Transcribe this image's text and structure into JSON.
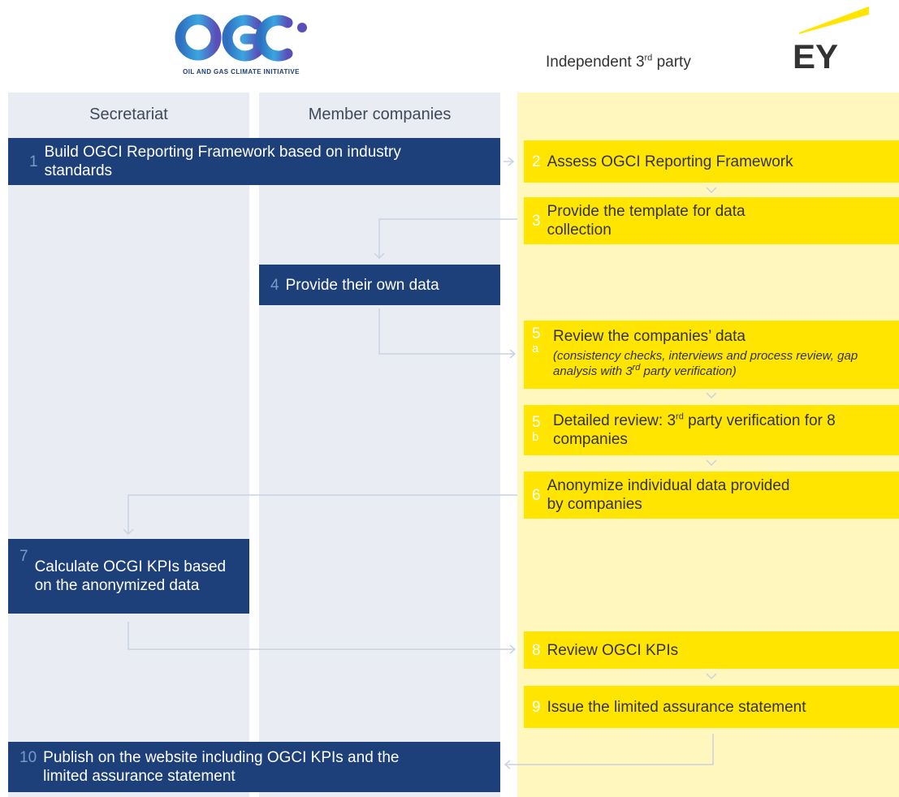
{
  "header": {
    "ogci_logo_text": "OGCI",
    "ogci_tagline": "OIL AND GAS CLIMATE INITIATIVE",
    "independent_label": "Independent 3",
    "independent_sup": "rd",
    "independent_suffix": " party",
    "ey_logo_text": "EY"
  },
  "columns": {
    "secretariat": "Secretariat",
    "members": "Member companies"
  },
  "steps": {
    "s1": {
      "num": "1",
      "text": "Build OGCI Reporting Framework based on industry standards"
    },
    "s2": {
      "num": "2",
      "text": "Assess OGCI Reporting Framework"
    },
    "s3": {
      "num": "3",
      "text": "Provide the template for data collection"
    },
    "s4": {
      "num": "4",
      "text": "Provide their own data"
    },
    "s5a": {
      "num": "5",
      "sub": "a",
      "text": "Review the companies’ data",
      "note_pre": "(consistency checks, interviews and process review, gap analysis with 3",
      "note_sup": "rd",
      "note_post": " party verification)"
    },
    "s5b": {
      "num": "5",
      "sub": "b",
      "text_pre": "Detailed review: 3",
      "text_sup": "rd",
      "text_post": " party verification for 8 companies"
    },
    "s6": {
      "num": "6",
      "text": "Anonymize individual data provided by companies"
    },
    "s7": {
      "num": "7",
      "text": "Calculate OCGI KPIs based on the anonymized data"
    },
    "s8": {
      "num": "8",
      "text": "Review OGCI KPIs"
    },
    "s9": {
      "num": "9",
      "text": "Issue the limited assurance statement"
    },
    "s10": {
      "num": "10",
      "text": "Publish on the website including OGCI KPIs and the limited assurance statement"
    }
  },
  "colors": {
    "navy": "#1d3f7a",
    "yellow": "#ffe500",
    "pale_yellow": "#fff7bd",
    "gray_column": "#e9ecf2",
    "arrow": "#c9d2e2"
  }
}
